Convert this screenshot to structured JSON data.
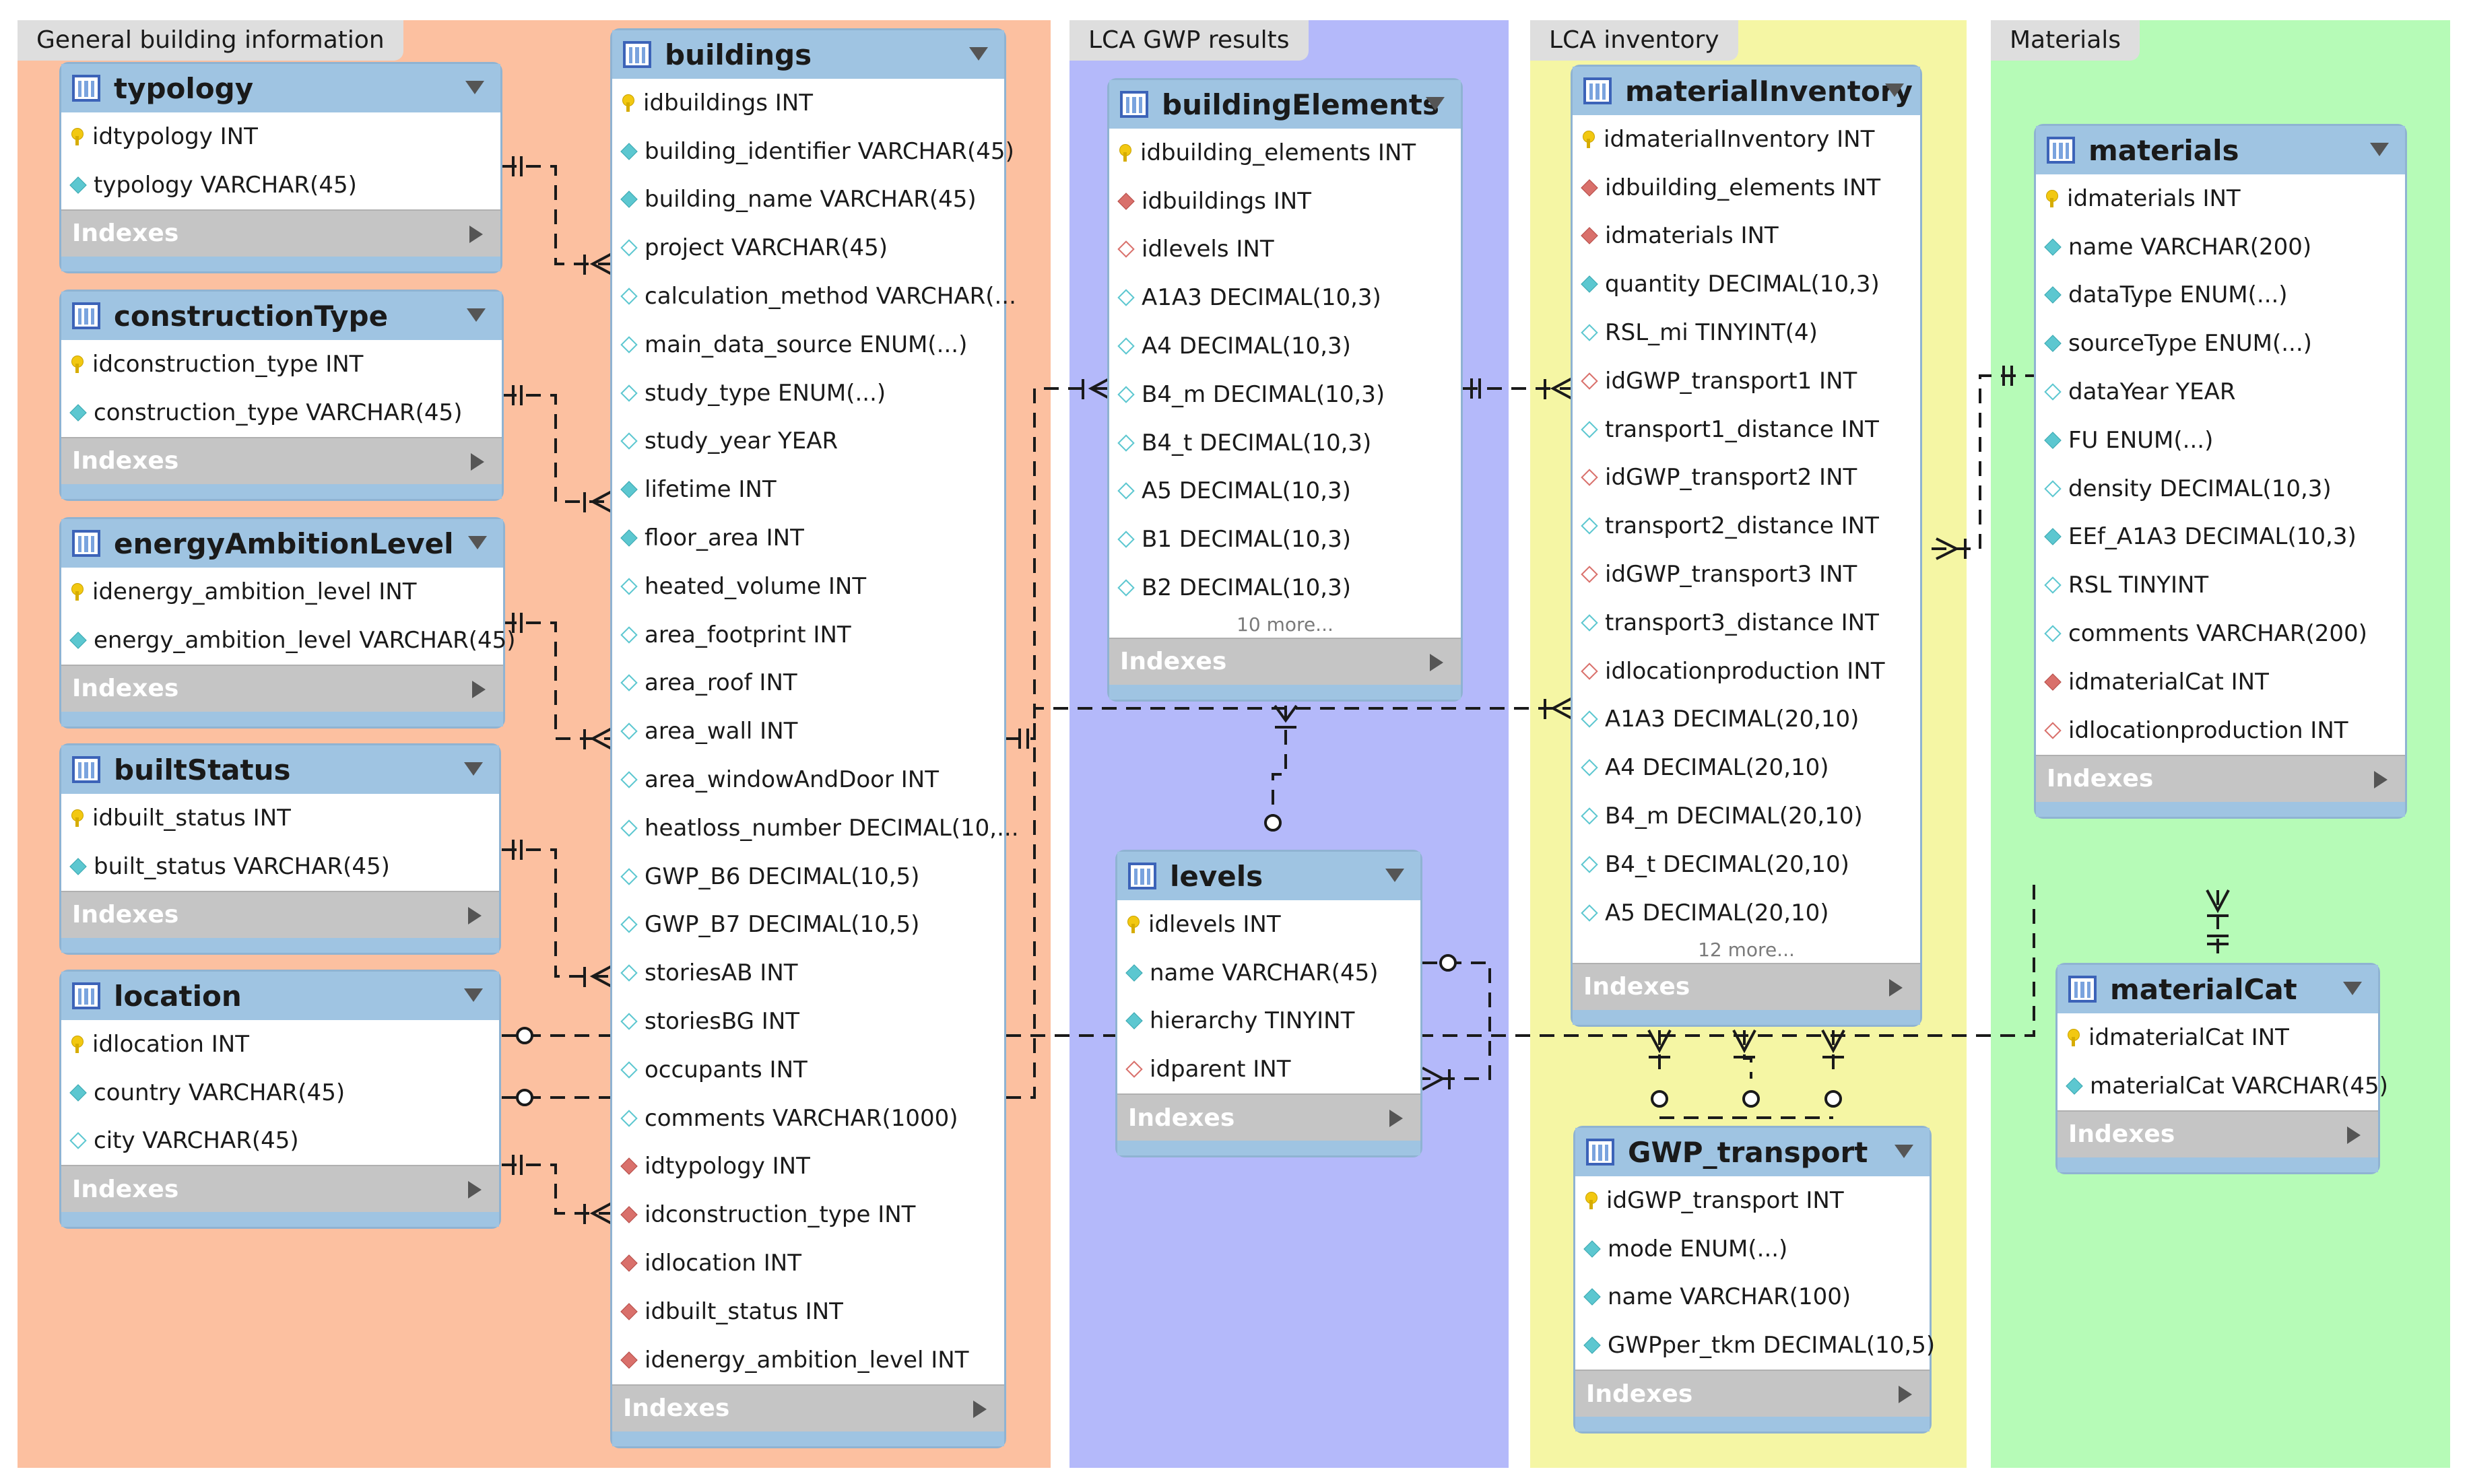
{
  "regions": [
    {
      "id": "general",
      "label": "General building information",
      "color": "#fcc0a0"
    },
    {
      "id": "gwp",
      "label": "LCA GWP results",
      "color": "#b4b9fa"
    },
    {
      "id": "inventory",
      "label": "LCA inventory",
      "color": "#f5f6a4"
    },
    {
      "id": "materials",
      "label": "Materials",
      "color": "#b6fbb7"
    }
  ],
  "tables": [
    {
      "id": "typology",
      "name": "typology",
      "indexes": "Indexes",
      "columns": [
        {
          "name": "idtypology INT",
          "kind": "pk"
        },
        {
          "name": "typology VARCHAR(45)",
          "kind": "attr"
        }
      ]
    },
    {
      "id": "constructionType",
      "name": "constructionType",
      "indexes": "Indexes",
      "columns": [
        {
          "name": "idconstruction_type INT",
          "kind": "pk"
        },
        {
          "name": "construction_type VARCHAR(45)",
          "kind": "attr"
        }
      ]
    },
    {
      "id": "energyAmbitionLevel",
      "name": "energyAmbitionLevel",
      "indexes": "Indexes",
      "columns": [
        {
          "name": "idenergy_ambition_level INT",
          "kind": "pk"
        },
        {
          "name": "energy_ambition_level VARCHAR(45)",
          "kind": "attr"
        }
      ]
    },
    {
      "id": "builtStatus",
      "name": "builtStatus",
      "indexes": "Indexes",
      "columns": [
        {
          "name": "idbuilt_status INT",
          "kind": "pk"
        },
        {
          "name": "built_status VARCHAR(45)",
          "kind": "attr"
        }
      ]
    },
    {
      "id": "location",
      "name": "location",
      "indexes": "Indexes",
      "columns": [
        {
          "name": "idlocation INT",
          "kind": "pk"
        },
        {
          "name": "country VARCHAR(45)",
          "kind": "attr"
        },
        {
          "name": "city VARCHAR(45)",
          "kind": "nullable"
        }
      ]
    },
    {
      "id": "buildings",
      "name": "buildings",
      "indexes": "Indexes",
      "columns": [
        {
          "name": "idbuildings INT",
          "kind": "pk"
        },
        {
          "name": "building_identifier VARCHAR(45)",
          "kind": "attr"
        },
        {
          "name": "building_name VARCHAR(45)",
          "kind": "attr"
        },
        {
          "name": "project VARCHAR(45)",
          "kind": "nullable"
        },
        {
          "name": "calculation_method VARCHAR(...",
          "kind": "nullable"
        },
        {
          "name": "main_data_source ENUM(...)",
          "kind": "nullable"
        },
        {
          "name": "study_type ENUM(...)",
          "kind": "nullable"
        },
        {
          "name": "study_year YEAR",
          "kind": "nullable"
        },
        {
          "name": "lifetime INT",
          "kind": "attr"
        },
        {
          "name": "floor_area INT",
          "kind": "attr"
        },
        {
          "name": "heated_volume INT",
          "kind": "nullable"
        },
        {
          "name": "area_footprint INT",
          "kind": "nullable"
        },
        {
          "name": "area_roof INT",
          "kind": "nullable"
        },
        {
          "name": "area_wall INT",
          "kind": "nullable"
        },
        {
          "name": "area_windowAndDoor INT",
          "kind": "nullable"
        },
        {
          "name": "heatloss_number DECIMAL(10,...",
          "kind": "nullable"
        },
        {
          "name": "GWP_B6 DECIMAL(10,5)",
          "kind": "nullable"
        },
        {
          "name": "GWP_B7 DECIMAL(10,5)",
          "kind": "nullable"
        },
        {
          "name": "storiesAB INT",
          "kind": "nullable"
        },
        {
          "name": "storiesBG INT",
          "kind": "nullable"
        },
        {
          "name": "occupants INT",
          "kind": "nullable"
        },
        {
          "name": "comments VARCHAR(1000)",
          "kind": "nullable"
        },
        {
          "name": "idtypology INT",
          "kind": "fk"
        },
        {
          "name": "idconstruction_type INT",
          "kind": "fk"
        },
        {
          "name": "idlocation INT",
          "kind": "fk"
        },
        {
          "name": "idbuilt_status INT",
          "kind": "fk"
        },
        {
          "name": "idenergy_ambition_level INT",
          "kind": "fk"
        }
      ]
    },
    {
      "id": "buildingElements",
      "name": "buildingElements",
      "indexes": "Indexes",
      "more": "10 more...",
      "columns": [
        {
          "name": "idbuilding_elements INT",
          "kind": "pk"
        },
        {
          "name": "idbuildings INT",
          "kind": "fk"
        },
        {
          "name": "idlevels INT",
          "kind": "fk-nullable"
        },
        {
          "name": "A1A3 DECIMAL(10,3)",
          "kind": "nullable"
        },
        {
          "name": "A4 DECIMAL(10,3)",
          "kind": "nullable"
        },
        {
          "name": "B4_m DECIMAL(10,3)",
          "kind": "nullable"
        },
        {
          "name": "B4_t DECIMAL(10,3)",
          "kind": "nullable"
        },
        {
          "name": "A5 DECIMAL(10,3)",
          "kind": "nullable"
        },
        {
          "name": "B1 DECIMAL(10,3)",
          "kind": "nullable"
        },
        {
          "name": "B2 DECIMAL(10,3)",
          "kind": "nullable"
        }
      ]
    },
    {
      "id": "levels",
      "name": "levels",
      "indexes": "Indexes",
      "columns": [
        {
          "name": "idlevels INT",
          "kind": "pk"
        },
        {
          "name": "name VARCHAR(45)",
          "kind": "attr"
        },
        {
          "name": "hierarchy TINYINT",
          "kind": "attr"
        },
        {
          "name": "idparent INT",
          "kind": "fk-nullable"
        }
      ]
    },
    {
      "id": "materialInventory",
      "name": "materialInventory",
      "indexes": "Indexes",
      "more": "12 more...",
      "columns": [
        {
          "name": "idmaterialInventory INT",
          "kind": "pk"
        },
        {
          "name": "idbuilding_elements INT",
          "kind": "fk"
        },
        {
          "name": "idmaterials INT",
          "kind": "fk"
        },
        {
          "name": "quantity DECIMAL(10,3)",
          "kind": "attr"
        },
        {
          "name": "RSL_mi TINYINT(4)",
          "kind": "nullable"
        },
        {
          "name": "idGWP_transport1 INT",
          "kind": "fk-nullable"
        },
        {
          "name": "transport1_distance INT",
          "kind": "nullable"
        },
        {
          "name": "idGWP_transport2 INT",
          "kind": "fk-nullable"
        },
        {
          "name": "transport2_distance INT",
          "kind": "nullable"
        },
        {
          "name": "idGWP_transport3 INT",
          "kind": "fk-nullable"
        },
        {
          "name": "transport3_distance INT",
          "kind": "nullable"
        },
        {
          "name": "idlocationproduction INT",
          "kind": "fk-nullable"
        },
        {
          "name": "A1A3 DECIMAL(20,10)",
          "kind": "nullable"
        },
        {
          "name": "A4 DECIMAL(20,10)",
          "kind": "nullable"
        },
        {
          "name": "B4_m DECIMAL(20,10)",
          "kind": "nullable"
        },
        {
          "name": "B4_t DECIMAL(20,10)",
          "kind": "nullable"
        },
        {
          "name": "A5 DECIMAL(20,10)",
          "kind": "nullable"
        }
      ]
    },
    {
      "id": "GWP_transport",
      "name": "GWP_transport",
      "indexes": "Indexes",
      "columns": [
        {
          "name": "idGWP_transport INT",
          "kind": "pk"
        },
        {
          "name": "mode ENUM(...)",
          "kind": "attr"
        },
        {
          "name": "name VARCHAR(100)",
          "kind": "attr"
        },
        {
          "name": "GWPper_tkm DECIMAL(10,5)",
          "kind": "attr"
        }
      ]
    },
    {
      "id": "materials",
      "name": "materials",
      "indexes": "Indexes",
      "columns": [
        {
          "name": "idmaterials INT",
          "kind": "pk"
        },
        {
          "name": "name VARCHAR(200)",
          "kind": "attr"
        },
        {
          "name": "dataType ENUM(...)",
          "kind": "attr"
        },
        {
          "name": "sourceType ENUM(...)",
          "kind": "attr"
        },
        {
          "name": "dataYear YEAR",
          "kind": "nullable"
        },
        {
          "name": "FU ENUM(...)",
          "kind": "attr"
        },
        {
          "name": "density DECIMAL(10,3)",
          "kind": "nullable"
        },
        {
          "name": "EEf_A1A3 DECIMAL(10,3)",
          "kind": "attr"
        },
        {
          "name": "RSL TINYINT",
          "kind": "nullable"
        },
        {
          "name": "comments VARCHAR(200)",
          "kind": "nullable"
        },
        {
          "name": "idmaterialCat INT",
          "kind": "fk"
        },
        {
          "name": "idlocationproduction INT",
          "kind": "fk-nullable"
        }
      ]
    },
    {
      "id": "materialCat",
      "name": "materialCat",
      "indexes": "Indexes",
      "columns": [
        {
          "name": "idmaterialCat INT",
          "kind": "pk"
        },
        {
          "name": "materialCat VARCHAR(45)",
          "kind": "attr"
        }
      ]
    }
  ],
  "relationships": [
    {
      "from": "typology",
      "to": "buildings",
      "cardinality": "one-to-many"
    },
    {
      "from": "constructionType",
      "to": "buildings",
      "cardinality": "one-to-many"
    },
    {
      "from": "energyAmbitionLevel",
      "to": "buildings",
      "cardinality": "one-to-many"
    },
    {
      "from": "builtStatus",
      "to": "buildings",
      "cardinality": "one-to-many"
    },
    {
      "from": "location",
      "to": "buildings",
      "cardinality": "one-to-many"
    },
    {
      "from": "location",
      "to": "materialInventory",
      "cardinality": "zero-or-one-to-many"
    },
    {
      "from": "location",
      "to": "materials",
      "cardinality": "zero-or-one-to-many"
    },
    {
      "from": "buildings",
      "to": "buildingElements",
      "cardinality": "one-to-many"
    },
    {
      "from": "buildingElements",
      "to": "materialInventory",
      "cardinality": "one-to-many"
    },
    {
      "from": "levels",
      "to": "buildingElements",
      "cardinality": "zero-or-one-to-many"
    },
    {
      "from": "levels",
      "to": "levels",
      "cardinality": "zero-or-one-to-many"
    },
    {
      "from": "materials",
      "to": "materialInventory",
      "cardinality": "one-to-many"
    },
    {
      "from": "materialCat",
      "to": "materials",
      "cardinality": "one-to-many"
    },
    {
      "from": "GWP_transport",
      "to": "materialInventory",
      "cardinality": "zero-or-one-to-many"
    }
  ]
}
